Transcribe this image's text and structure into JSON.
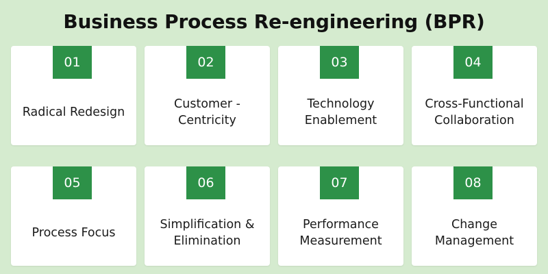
{
  "title": "Business Process Re-engineering (BPR)",
  "colors": {
    "background": "#d5ebcf",
    "card": "#ffffff",
    "badge": "#2d9148",
    "badge_text": "#ffffff",
    "text": "#1a1a1a"
  },
  "cards": [
    {
      "number": "01",
      "label": "Radical Redesign"
    },
    {
      "number": "02",
      "label": "Customer -\nCentricity"
    },
    {
      "number": "03",
      "label": "Technology\nEnablement"
    },
    {
      "number": "04",
      "label": "Cross-Functional\nCollaboration"
    },
    {
      "number": "05",
      "label": "Process Focus"
    },
    {
      "number": "06",
      "label": "Simplification &\nElimination"
    },
    {
      "number": "07",
      "label": "Performance\nMeasurement"
    },
    {
      "number": "08",
      "label": "Change\nManagement"
    }
  ]
}
